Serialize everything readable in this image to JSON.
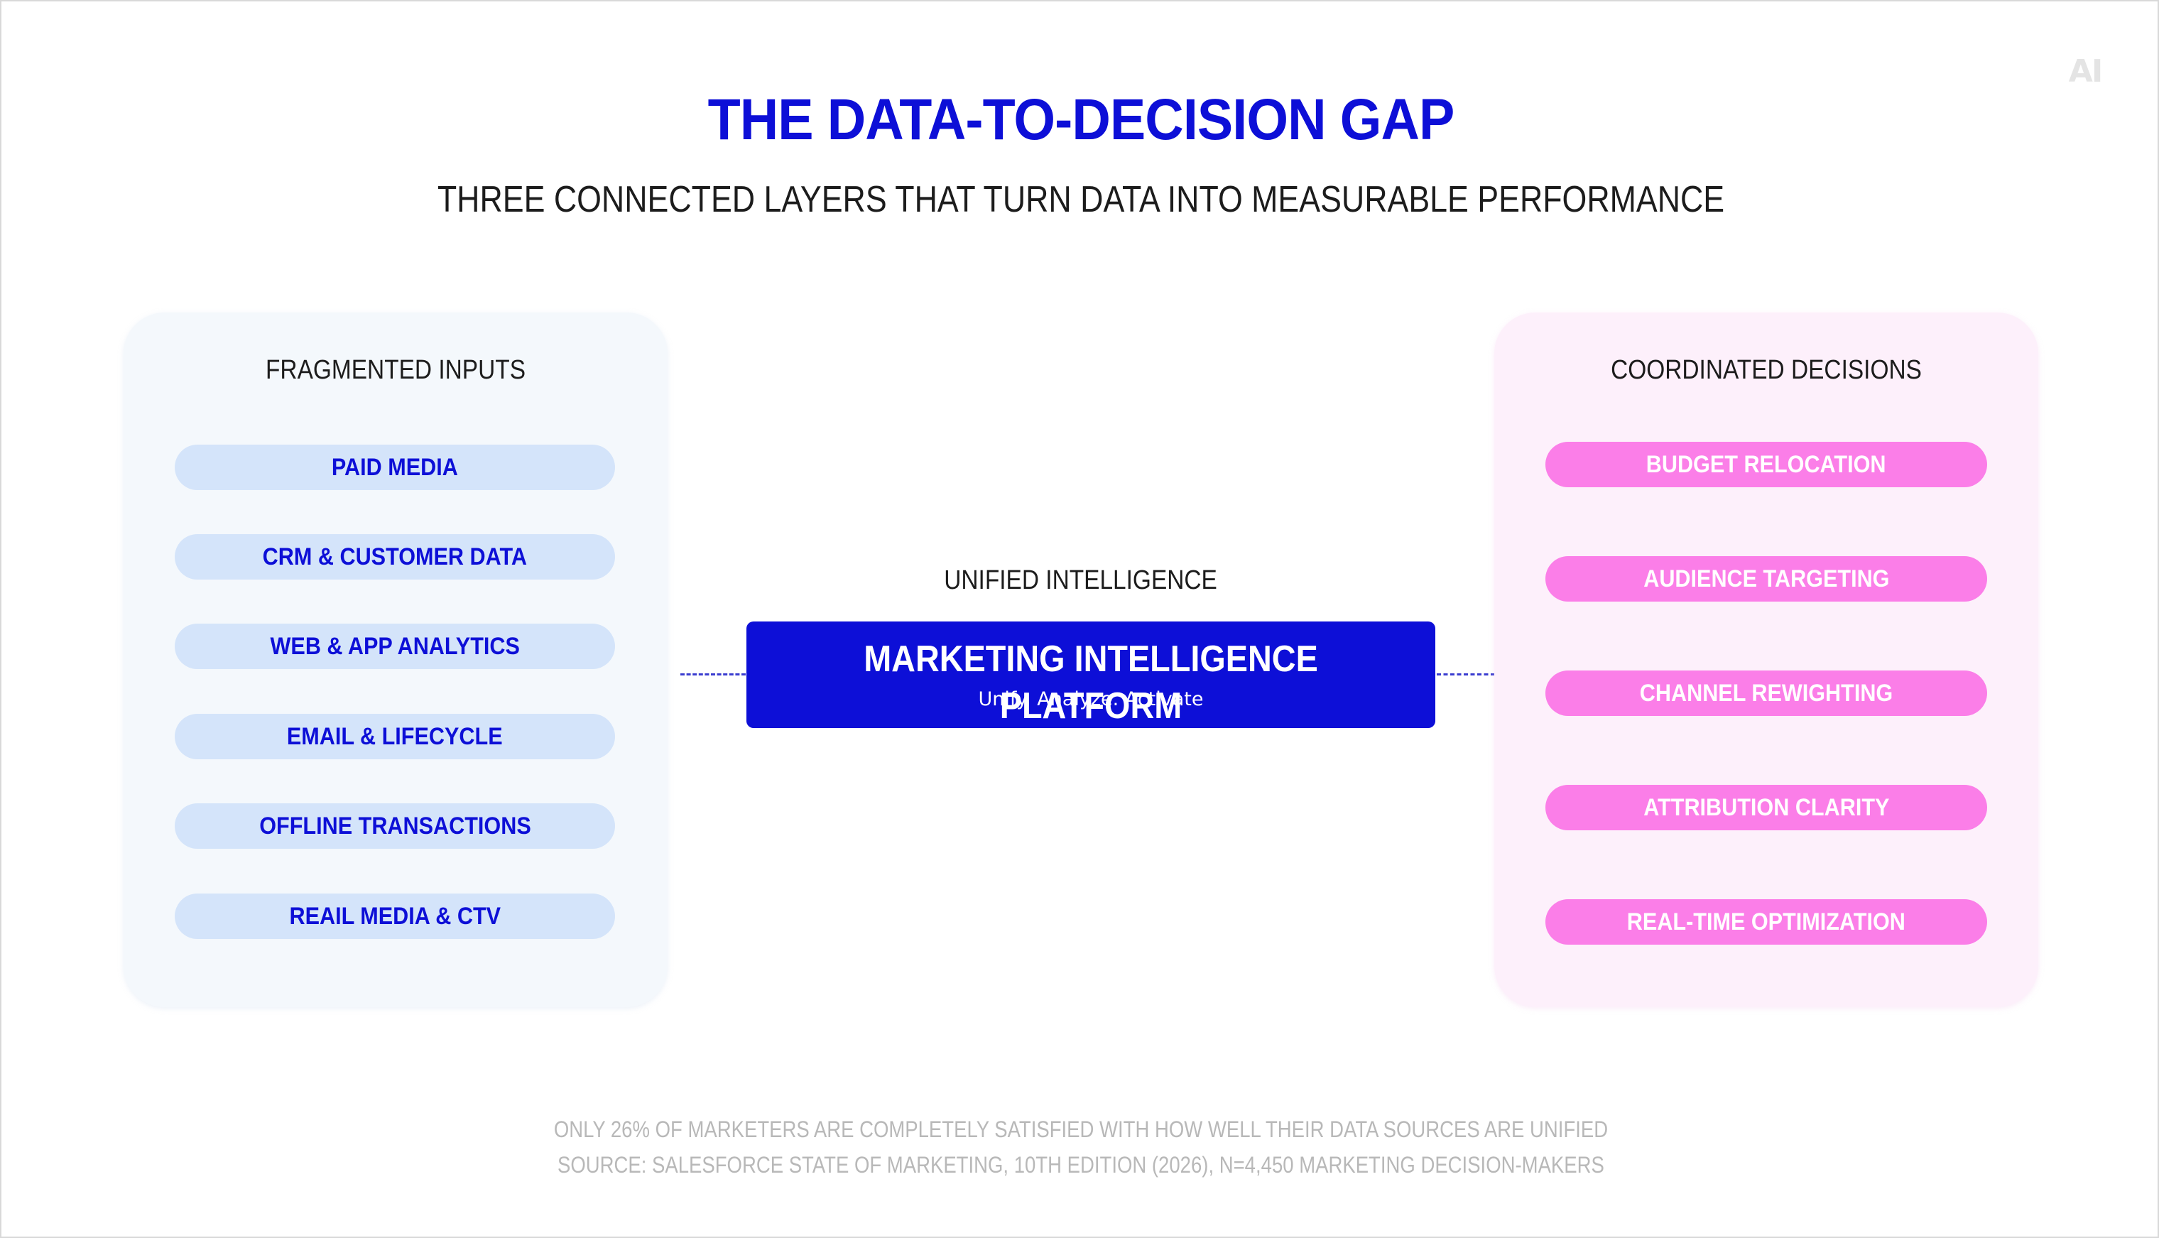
{
  "logo_text": "AI",
  "title": "THE DATA-TO-DECISION GAP",
  "subtitle": "THREE CONNECTED LAYERS THAT TURN DATA INTO MEASURABLE PERFORMANCE",
  "inputs": {
    "heading": "FRAGMENTED INPUTS",
    "items": [
      "PAID MEDIA",
      "CRM & CUSTOMER DATA",
      "WEB & APP ANALYTICS",
      "EMAIL & LIFECYCLE",
      "OFFLINE TRANSACTIONS",
      "REAIL MEDIA & CTV"
    ]
  },
  "center": {
    "label": "UNIFIED INTELLIGENCE",
    "platform_title": "MARKETING INTELLIGENCE PLATFORM",
    "platform_tagline": "Unify. Analyze. Activate"
  },
  "decisions": {
    "heading": "COORDINATED DECISIONS",
    "items": [
      "BUDGET RELOCATION",
      "AUDIENCE TARGETING",
      "CHANNEL REWIGHTING",
      "ATTRIBUTION CLARITY",
      "REAL-TIME OPTIMIZATION"
    ]
  },
  "footnotes": {
    "stat": "ONLY 26% OF MARKETERS ARE COMPLETELY SATISFIED WITH HOW WELL THEIR DATA SOURCES ARE UNIFIED",
    "source": "SOURCE: SALESFORCE STATE OF MARKETING, 10TH EDITION (2026), N=4,450 MARKETING DECISION-MAKERS"
  },
  "colors": {
    "brand_blue": "#0d0fd7",
    "input_pill": "#d4e4fa",
    "decision_pill": "#fb7ee8",
    "left_panel": "#f4f8fc",
    "right_panel": "#fdf0fb"
  }
}
